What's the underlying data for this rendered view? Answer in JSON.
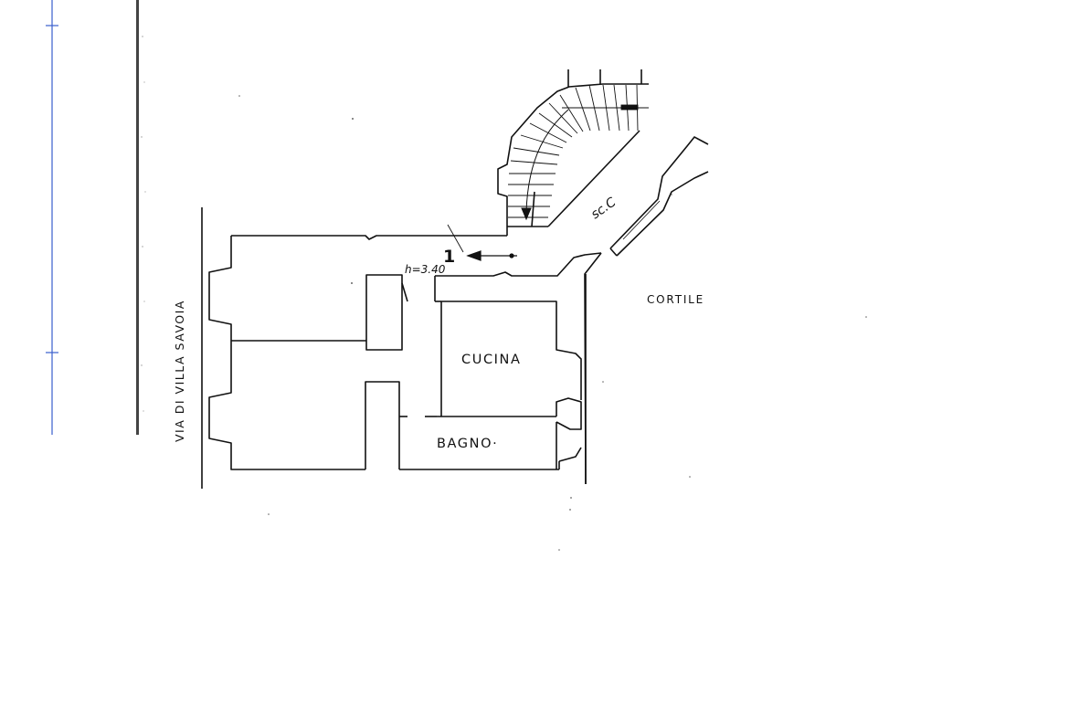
{
  "labels": {
    "street": "VIA DI VILLA SAVOIA",
    "courtyard": "CORTILE",
    "kitchen": "CUCINA",
    "bathroom": "BAGNO·",
    "staircase": "sc.C",
    "entrance_number": "1",
    "ceiling_height": "h=3.40"
  },
  "colors": {
    "ink": "#111111",
    "margin_line": "#3a5fcd",
    "scan_edge": "#444444"
  }
}
